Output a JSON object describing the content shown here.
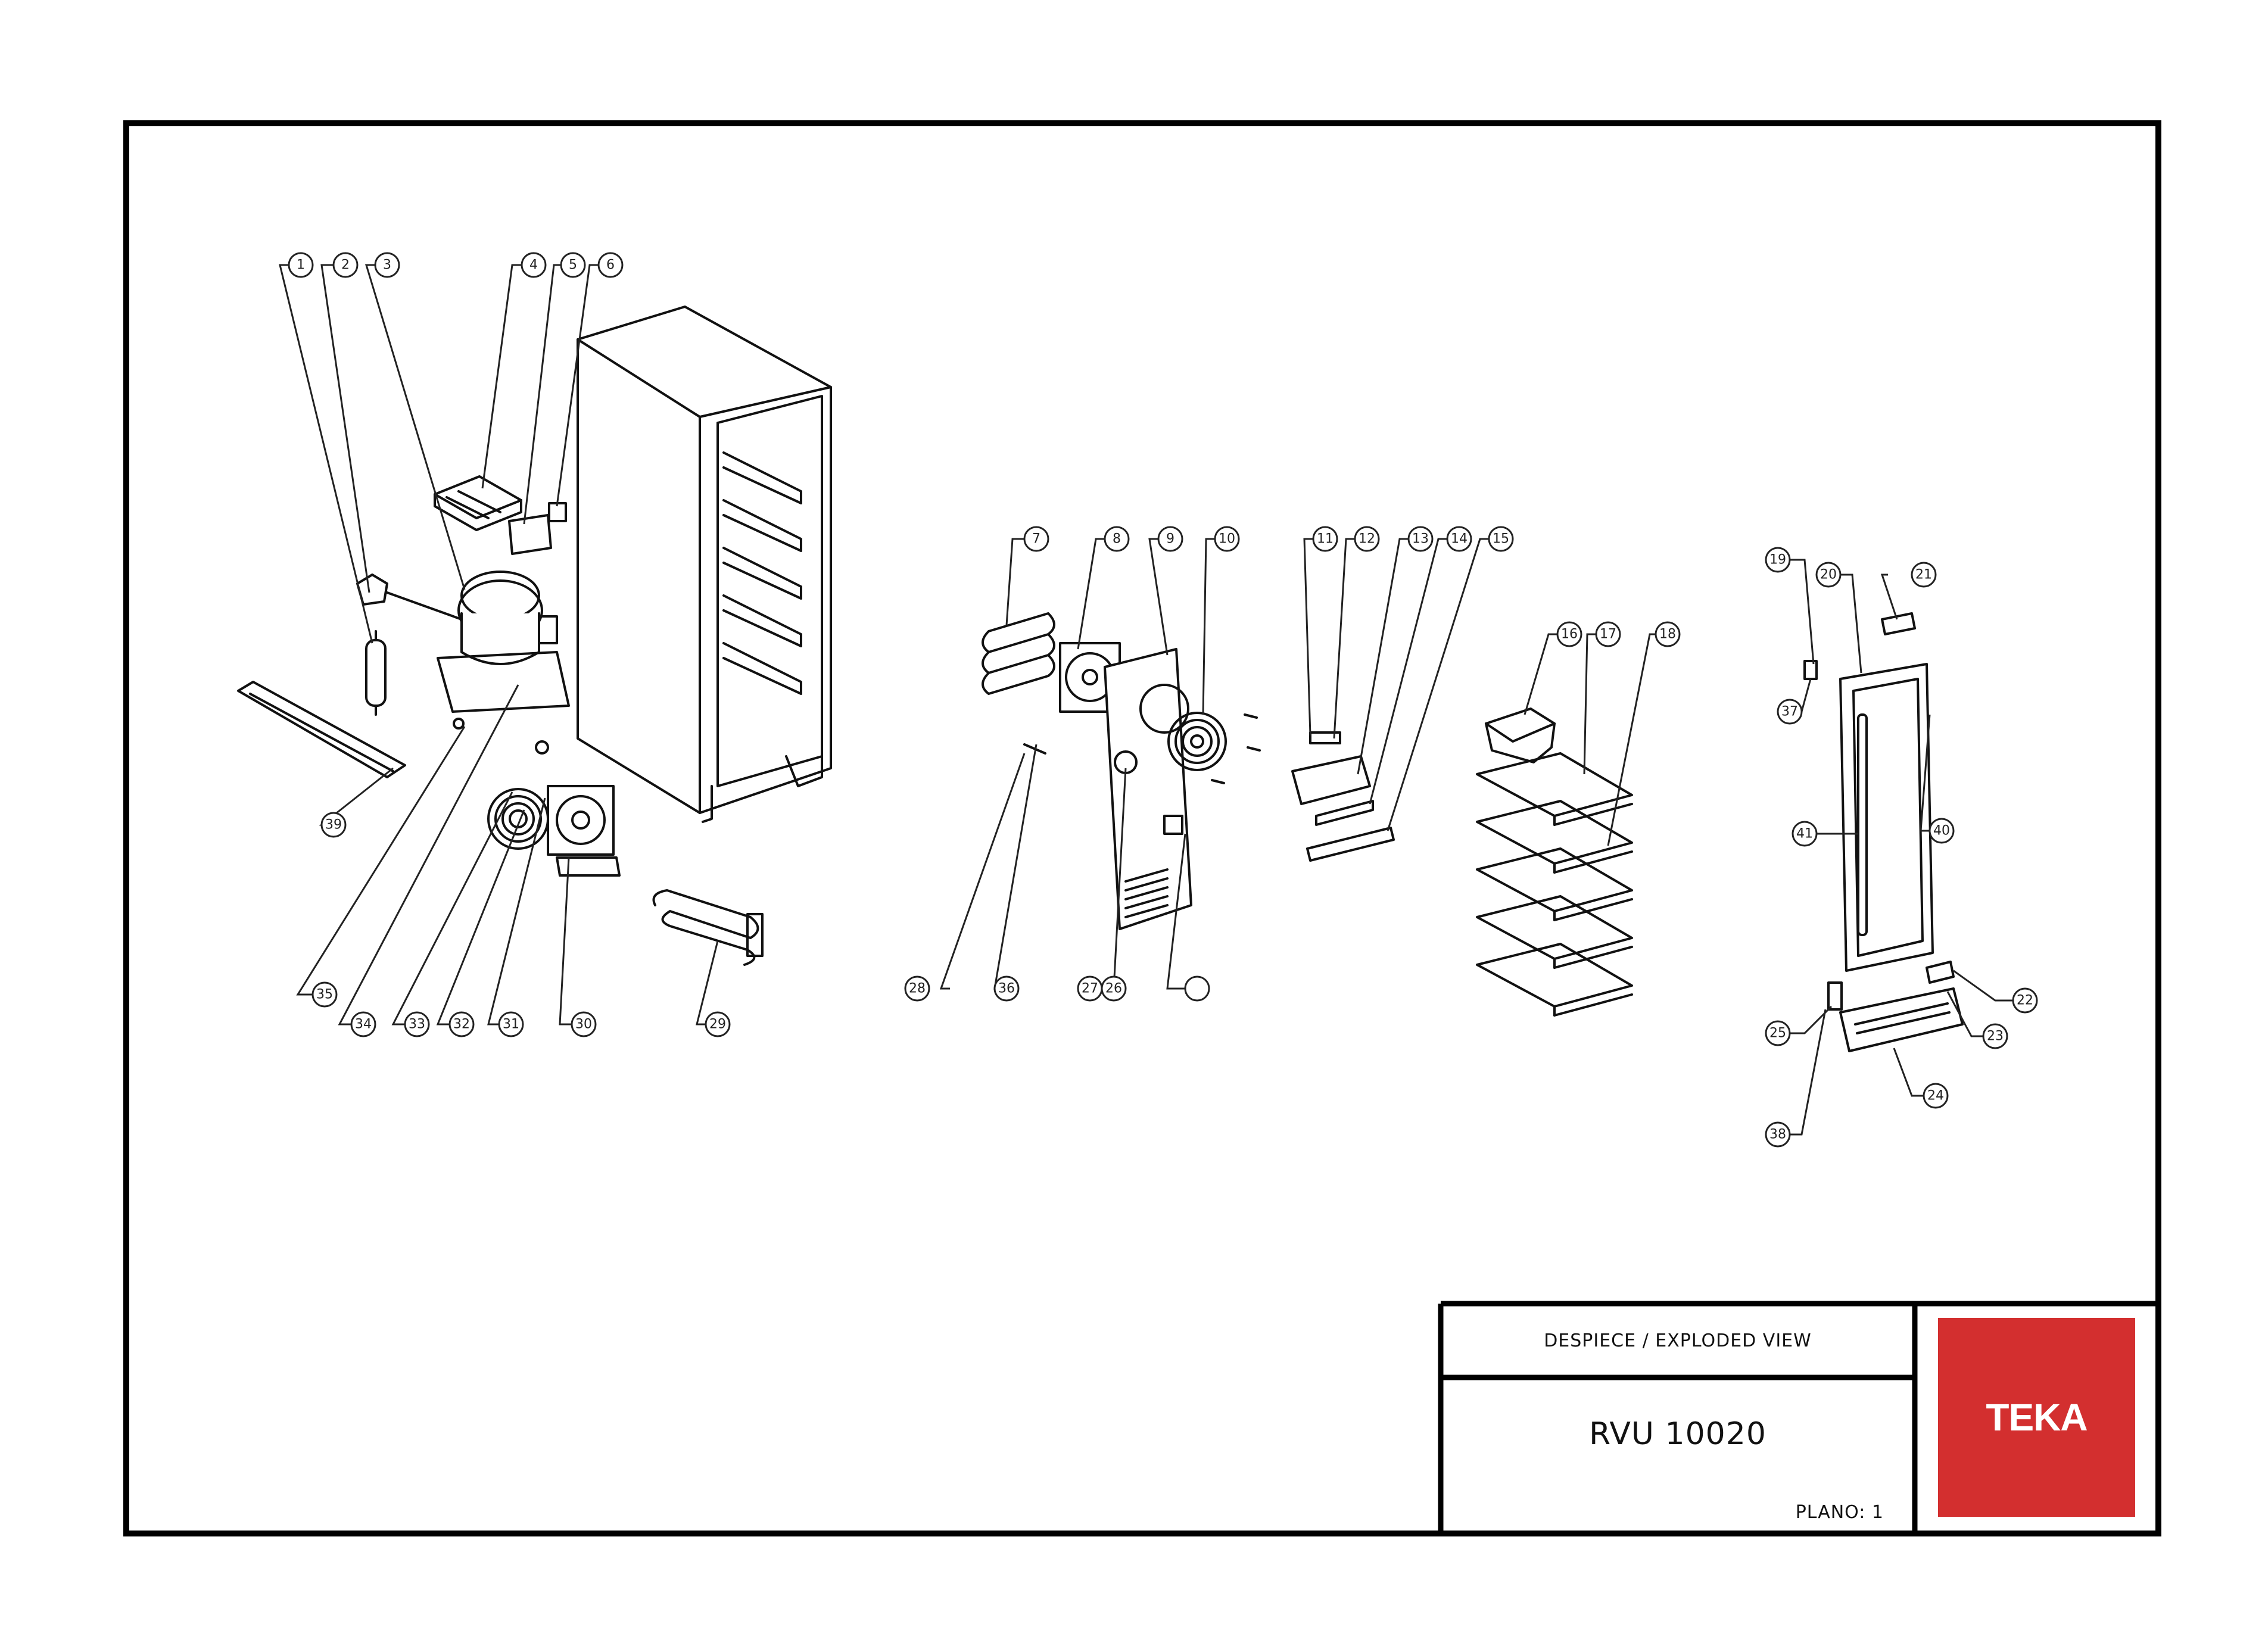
{
  "title_block": {
    "title": "DESPIECE / EXPLODED VIEW",
    "model": "RVU 10020",
    "sheet": "PLANO: 1",
    "logo_text": "TEKA",
    "logo_color": "#d32f2f"
  },
  "callouts": {
    "c1": "1",
    "c2": "2",
    "c3": "3",
    "c4": "4",
    "c5": "5",
    "c6": "6",
    "c7": "7",
    "c8": "8",
    "c9": "9",
    "c10": "10",
    "c11": "11",
    "c12": "12",
    "c13": "13",
    "c14": "14",
    "c15": "15",
    "c16": "16",
    "c17": "17",
    "c18": "18",
    "c19": "19",
    "c20": "20",
    "c21": "21",
    "c22": "22",
    "c23": "23",
    "c24": "24",
    "c25": "25",
    "c26": "26",
    "c27": "27",
    "c28": "28",
    "c29": "29",
    "c30": "30",
    "c31": "31",
    "c32": "32",
    "c33": "33",
    "c34": "34",
    "c35": "35",
    "c36": "36",
    "c37": "37",
    "c38": "38",
    "c39": "39",
    "c40": "40",
    "c41": "41"
  }
}
